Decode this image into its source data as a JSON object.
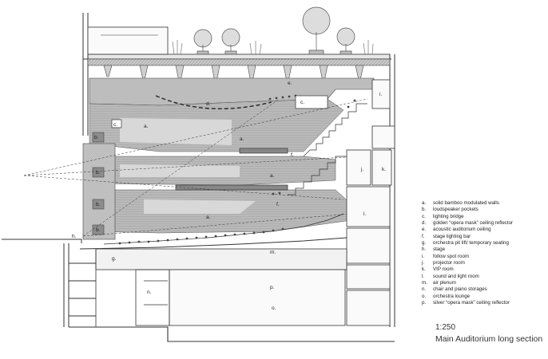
{
  "drawing": {
    "tags": {
      "a": "a.",
      "b": "b.",
      "c": "c.",
      "d": "d.",
      "e": "e.",
      "f": "f.",
      "g": "g.",
      "h": "h.",
      "i": "i.",
      "j": "j.",
      "k": "k.",
      "l": "l.",
      "m": "m.",
      "n": "n.",
      "o": "o.",
      "p": "p."
    }
  },
  "legend": [
    {
      "key": "a.",
      "text": "solid bamboo modulated walls"
    },
    {
      "key": "b.",
      "text": "loudspeaker pockets"
    },
    {
      "key": "c.",
      "text": "lighting bridge"
    },
    {
      "key": "d.",
      "text": "golden “opera mask” ceiling reflector"
    },
    {
      "key": "e.",
      "text": "acoustic auditorium ceiling"
    },
    {
      "key": "f.",
      "text": "stage lighting bar"
    },
    {
      "key": "g.",
      "text": "orchestra pit lift/ temporary seating"
    },
    {
      "key": "h.",
      "text": "stage"
    },
    {
      "key": "i.",
      "text": "follow spot room"
    },
    {
      "key": "j.",
      "text": "projector room"
    },
    {
      "key": "k.",
      "text": "VIP room"
    },
    {
      "key": "l.",
      "text": "sound and light room"
    },
    {
      "key": "m.",
      "text": "air plenum"
    },
    {
      "key": "n.",
      "text": "chair and piano storages"
    },
    {
      "key": "o.",
      "text": "orchestra lounge"
    },
    {
      "key": "p.",
      "text": "silver “opera mask” ceiling reflector"
    }
  ],
  "scale": "1:250",
  "caption": "Main Auditorium long section"
}
